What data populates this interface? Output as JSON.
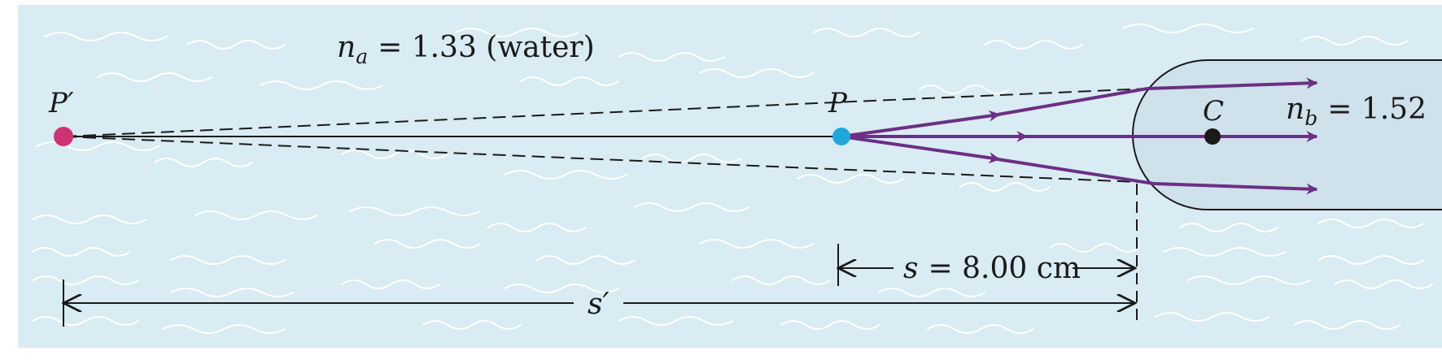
{
  "labels": {
    "medium_a": {
      "symbol": "n",
      "subscript": "a",
      "value": "= 1.33 (water)"
    },
    "medium_b": {
      "symbol": "n",
      "subscript": "b",
      "value": "= 1.52"
    },
    "image_point": "P′",
    "object_point": "P",
    "center_point": "C",
    "object_distance": {
      "symbol": "s",
      "value": "= 8.00 cm"
    },
    "image_distance": "s′"
  },
  "colors": {
    "water": "#d9ebf3",
    "glass": "#cfe1eb",
    "ray": "#6b2f84",
    "image_point": "#cc3377",
    "object_point": "#1ea6dd",
    "wave": "#ffffff",
    "line": "#1a1a1a"
  }
}
